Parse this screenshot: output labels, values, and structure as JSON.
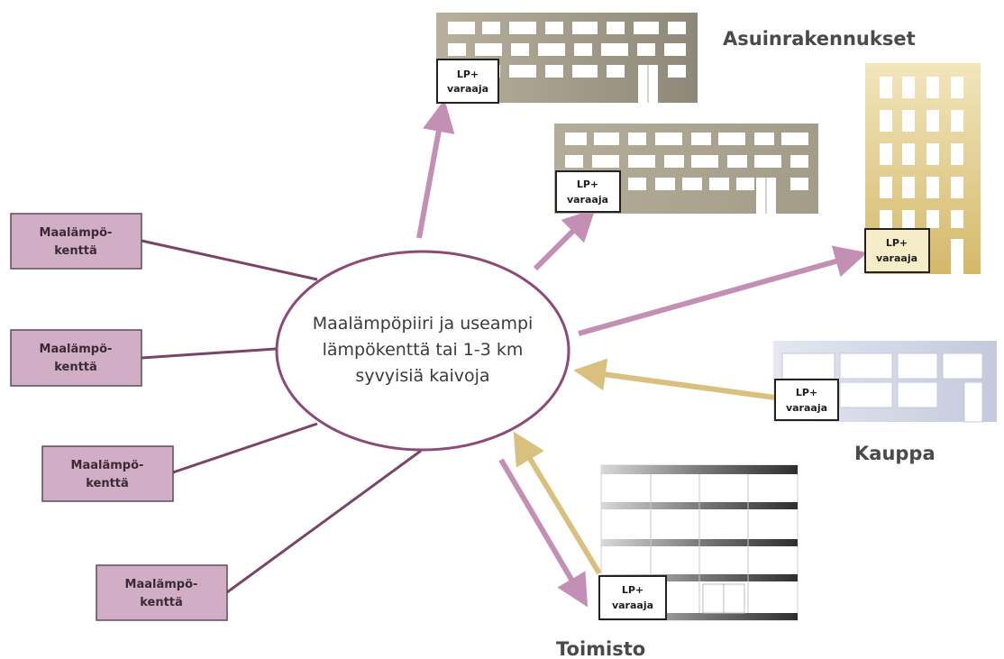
{
  "center": {
    "line1": "Maalämpöpiiri ja useampi",
    "line2": "lämpökenttä tai 1-3 km",
    "line3": "syvyisiä kaivoja"
  },
  "fields": [
    {
      "line1": "Maalämpö-",
      "line2": "kenttä"
    },
    {
      "line1": "Maalämpö-",
      "line2": "kenttä"
    },
    {
      "line1": "Maalämpö-",
      "line2": "kenttä"
    },
    {
      "line1": "Maalämpö-",
      "line2": "kenttä"
    }
  ],
  "lp_unit": {
    "line1": "LP+",
    "line2": "varaaja"
  },
  "buildings": {
    "residential_title": "Asuinrakennukset",
    "shop_title": "Kauppa",
    "office_title": "Toimisto"
  },
  "colors": {
    "field_fill": "#d2adc6",
    "connector": "#7a4468",
    "ellipse_stroke": "#8b4a78",
    "arrow_out": "#c48fb4",
    "arrow_in": "#d9c07e",
    "res_building": "#aba492",
    "tower": "#e7d49a",
    "shop": "#cfd3e3",
    "office": "#4a4a4a"
  }
}
